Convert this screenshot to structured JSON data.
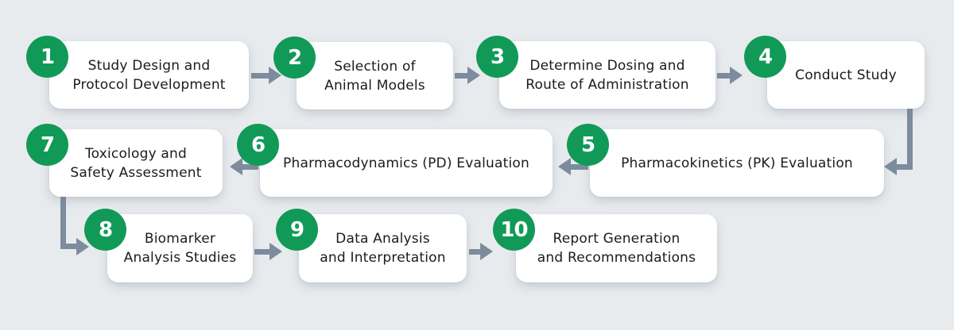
{
  "title": "Pre-clinical study workflow flowchart",
  "colors": {
    "background": "#e8ebee",
    "box": "#ffffff",
    "accent": "#119a57",
    "arrow": "#7d8c9c",
    "text": "#1b1b1b",
    "number_text": "#ffffff"
  },
  "steps": [
    {
      "number": "1",
      "label": "Study Design and\nProtocol Development"
    },
    {
      "number": "2",
      "label": "Selection of\nAnimal Models"
    },
    {
      "number": "3",
      "label": "Determine Dosing and\nRoute of Administration"
    },
    {
      "number": "4",
      "label": "Conduct Study"
    },
    {
      "number": "5",
      "label": "Pharmacokinetics (PK) Evaluation"
    },
    {
      "number": "6",
      "label": "Pharmacodynamics (PD) Evaluation"
    },
    {
      "number": "7",
      "label": "Toxicology and\nSafety Assessment"
    },
    {
      "number": "8",
      "label": "Biomarker\nAnalysis Studies"
    },
    {
      "number": "9",
      "label": "Data Analysis\nand Interpretation"
    },
    {
      "number": "10",
      "label": "Report Generation\nand Recommendations"
    }
  ],
  "connections": [
    {
      "from": "1",
      "to": "2"
    },
    {
      "from": "2",
      "to": "3"
    },
    {
      "from": "3",
      "to": "4"
    },
    {
      "from": "4",
      "to": "5"
    },
    {
      "from": "5",
      "to": "6"
    },
    {
      "from": "6",
      "to": "7"
    },
    {
      "from": "7",
      "to": "8"
    },
    {
      "from": "8",
      "to": "9"
    },
    {
      "from": "9",
      "to": "10"
    }
  ]
}
